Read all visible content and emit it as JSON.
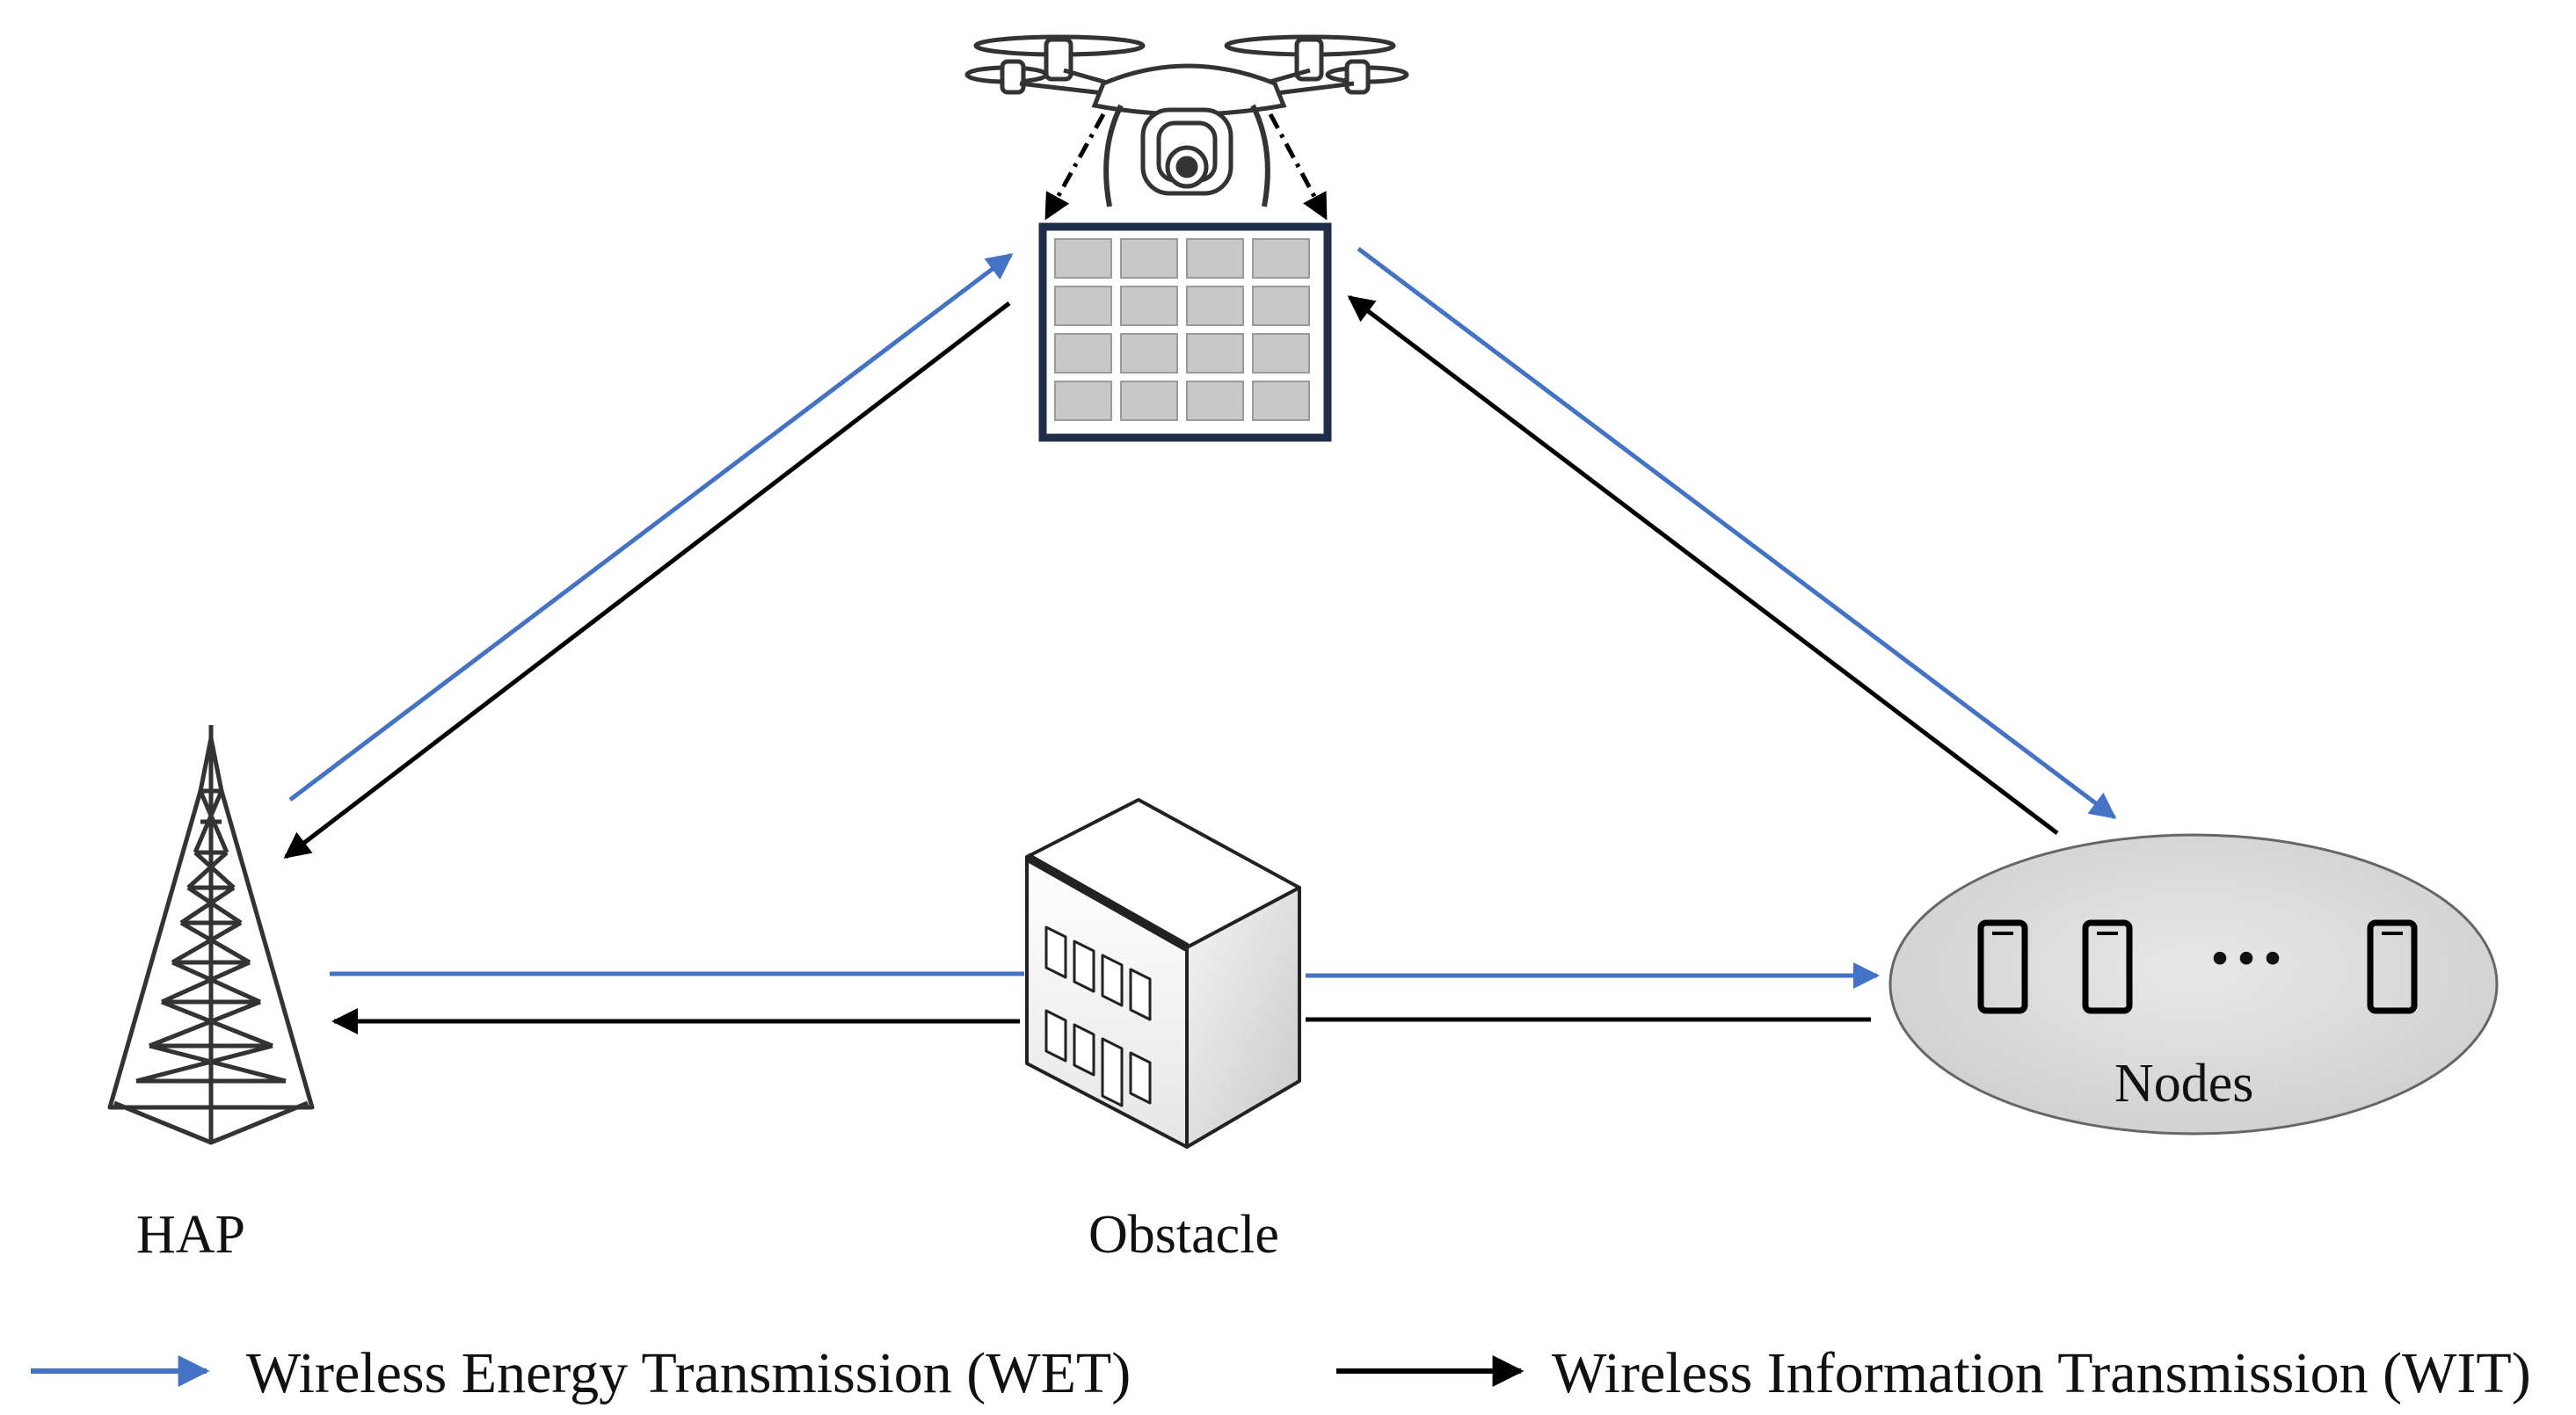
{
  "labels": {
    "hap": "HAP",
    "obstacle": "Obstacle",
    "nodes": "Nodes",
    "node_ellipsis": "···"
  },
  "legend": {
    "wet": "Wireless Energy Transmission (WET)",
    "wit": "Wireless Information Transmission (WIT)"
  },
  "colors": {
    "wet_arrow": "#4472c4",
    "wit_arrow": "#000000",
    "ris_frame": "#1f2d4a",
    "ris_cell": "#c8c8c8",
    "nodes_cloud": "#d9d9d9"
  },
  "icons": [
    "drone-icon",
    "ris-panel-icon",
    "tower-icon",
    "building-icon",
    "phone-icon"
  ]
}
